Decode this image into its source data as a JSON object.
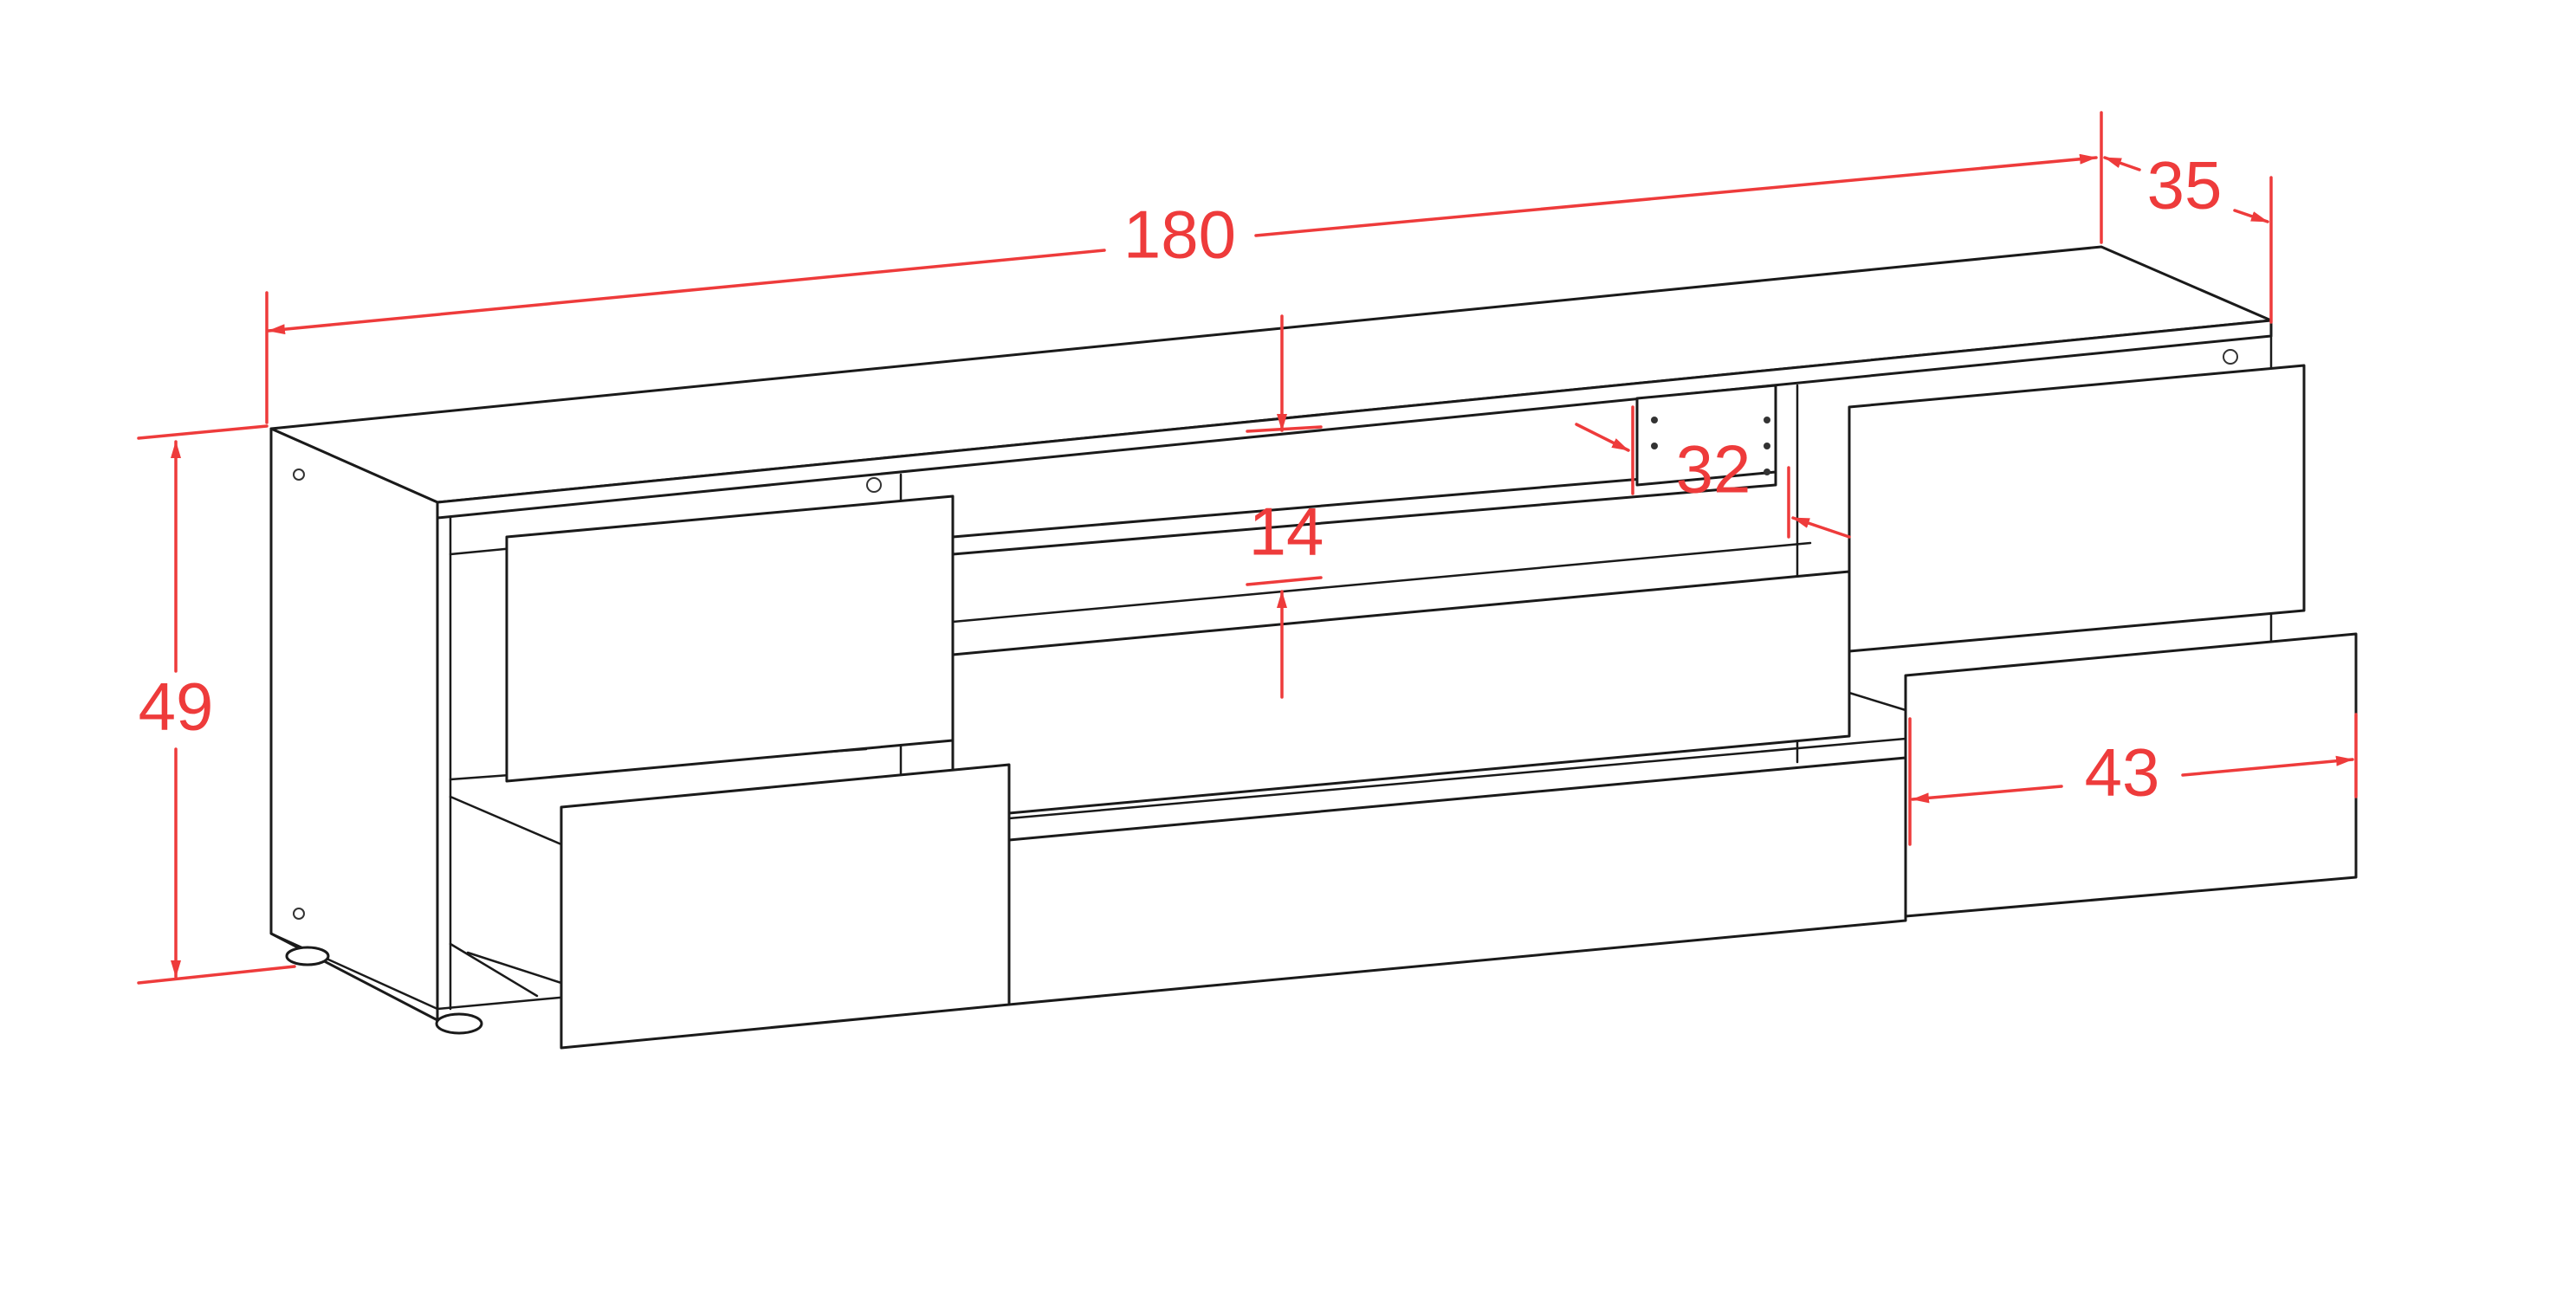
{
  "colors": {
    "dimension": "#ee3b3b",
    "outline": "#1a1a1a"
  },
  "dimensions": {
    "width": "180",
    "depth": "35",
    "height": "49",
    "open_compartment_height": "14",
    "side_compartment_height": "32",
    "drawer_width": "43"
  }
}
